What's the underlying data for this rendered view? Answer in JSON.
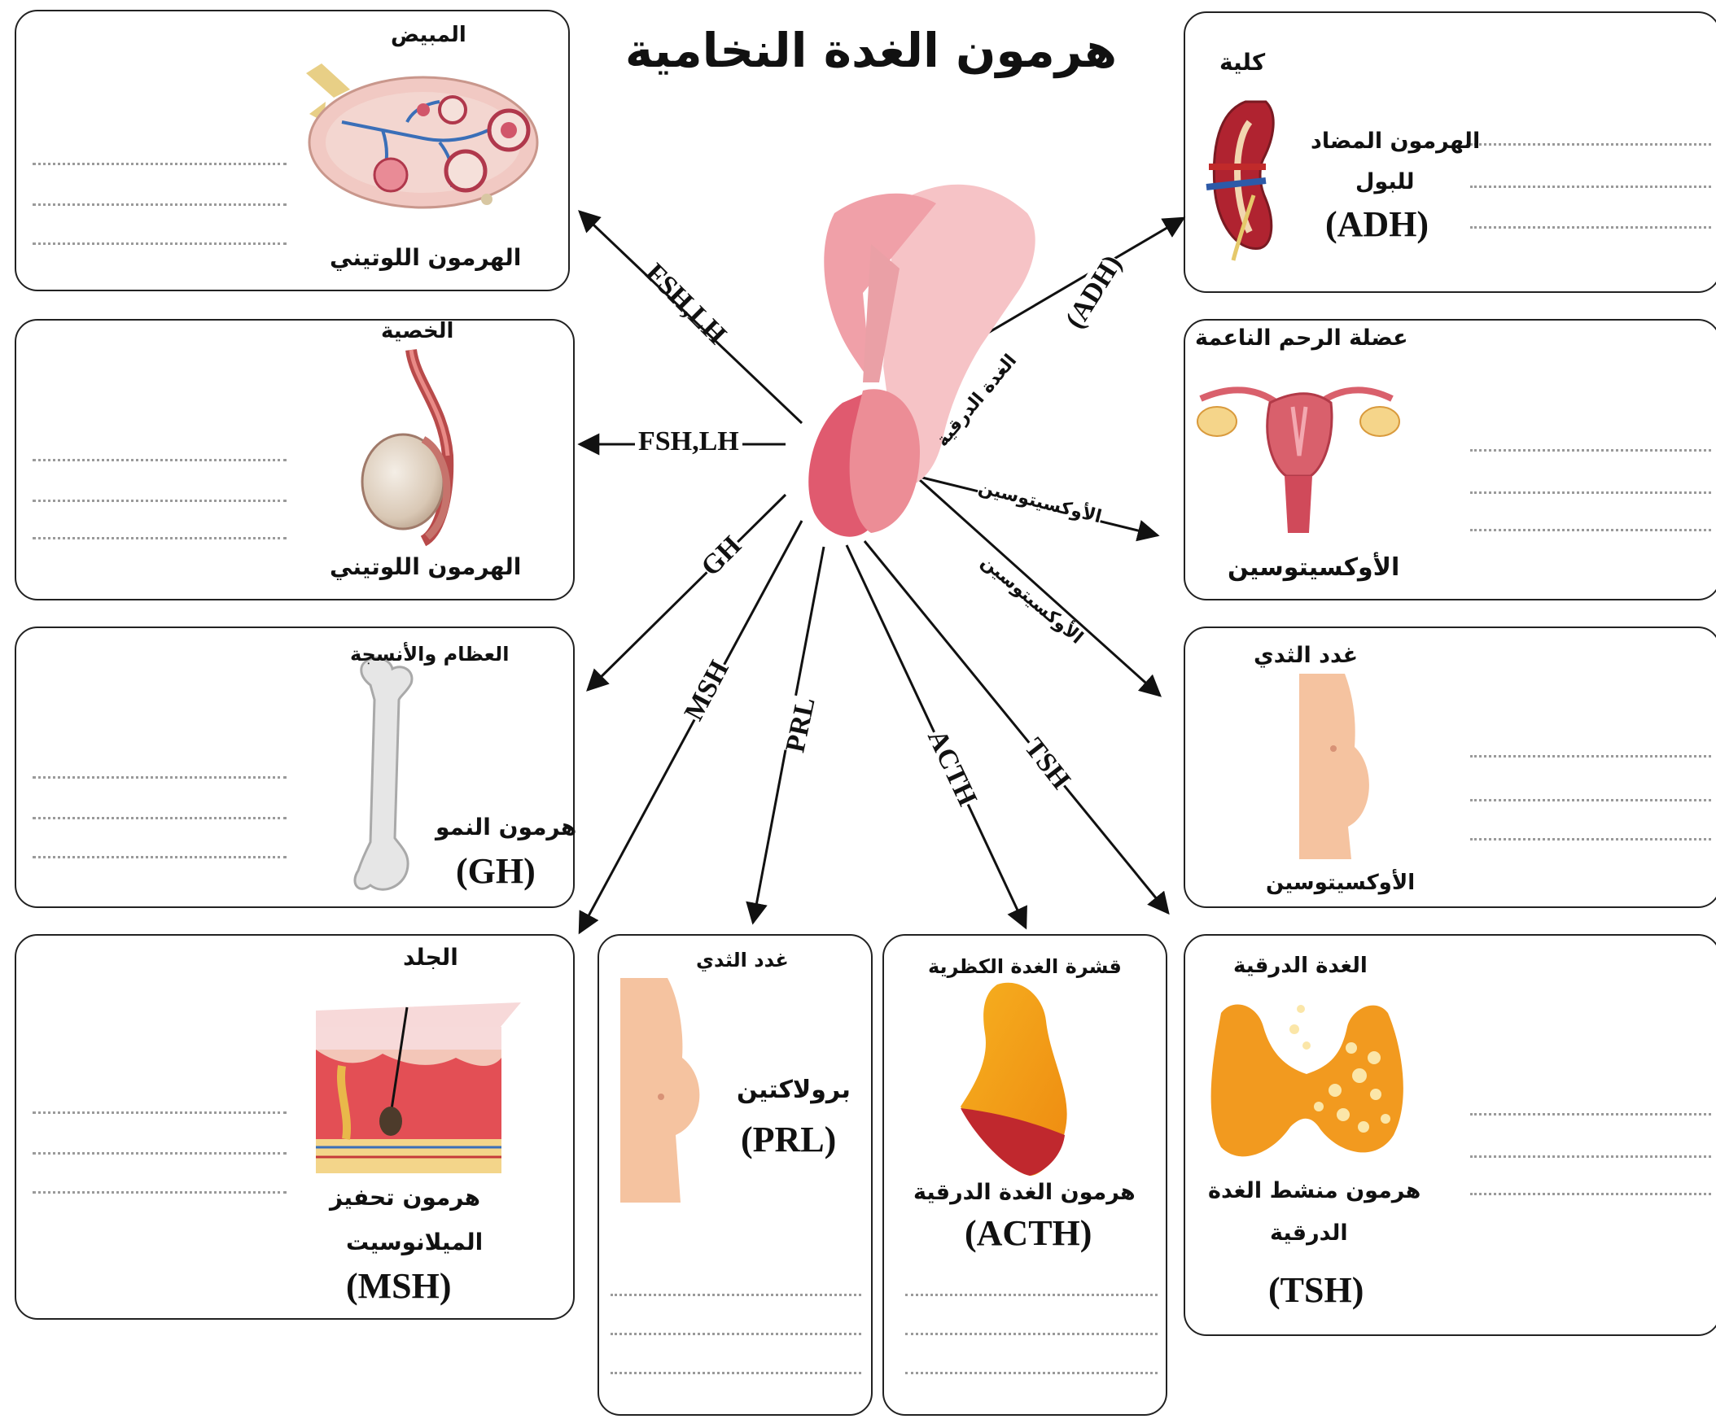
{
  "title": "هرمون الغدة النخامية",
  "gland_labels": {
    "posterior": "الغدة الدرقية"
  },
  "arrows": {
    "ovary": "FSH,LH",
    "testis": "FSH,LH",
    "bone": "GH",
    "skin": "MSH",
    "prl": "PRL",
    "acth": "ACTH",
    "tsh": "TSH",
    "kidney": "(ADH)",
    "uterus": "الأوكسيتوسين",
    "breast": "الأوكسيتوسين"
  },
  "cards": {
    "ovary": {
      "organ": "المبيض",
      "hormone": "الهرمون اللوتيني"
    },
    "testis": {
      "organ": "الخصية",
      "hormone": "الهرمون اللوتيني"
    },
    "bone": {
      "organ": "العظام والأنسجة",
      "hormone": "هرمون النمو",
      "code": "(GH)"
    },
    "skin": {
      "organ": "الجلد",
      "hormone_l1": "هرمون تحفيز",
      "hormone_l2": "الميلانوسيت",
      "code": "(MSH)"
    },
    "prl": {
      "organ": "غدد الثدي",
      "hormone": "برولاكتين",
      "code": "(PRL)"
    },
    "acth": {
      "organ": "قشرة الغدة الكظرية",
      "hormone": "هرمون الغدة الدرقية",
      "code": "(ACTH)"
    },
    "kidney": {
      "organ": "كلية",
      "hormone_l1": "الهرمون المضاد",
      "hormone_l2": "للبول",
      "code": "(ADH)"
    },
    "uterus": {
      "organ": "عضلة الرحم الناعمة",
      "hormone": "الأوكسيتوسين"
    },
    "breast": {
      "organ": "غدد الثدي",
      "hormone": "الأوكسيتوسين"
    },
    "thyroid": {
      "organ": "الغدة الدرقية",
      "hormone_l1": "هرمون منشط الغدة",
      "hormone_l2": "الدرقية",
      "code": "(TSH)"
    }
  },
  "colors": {
    "border": "#222222",
    "gland_dark": "#e05a6f",
    "gland_light": "#f0a0a8",
    "gland_pale": "#f6c3c6",
    "skin_tone": "#f5c3a0",
    "adrenal": "#f29a1f",
    "bone": "#e6e6e6"
  }
}
